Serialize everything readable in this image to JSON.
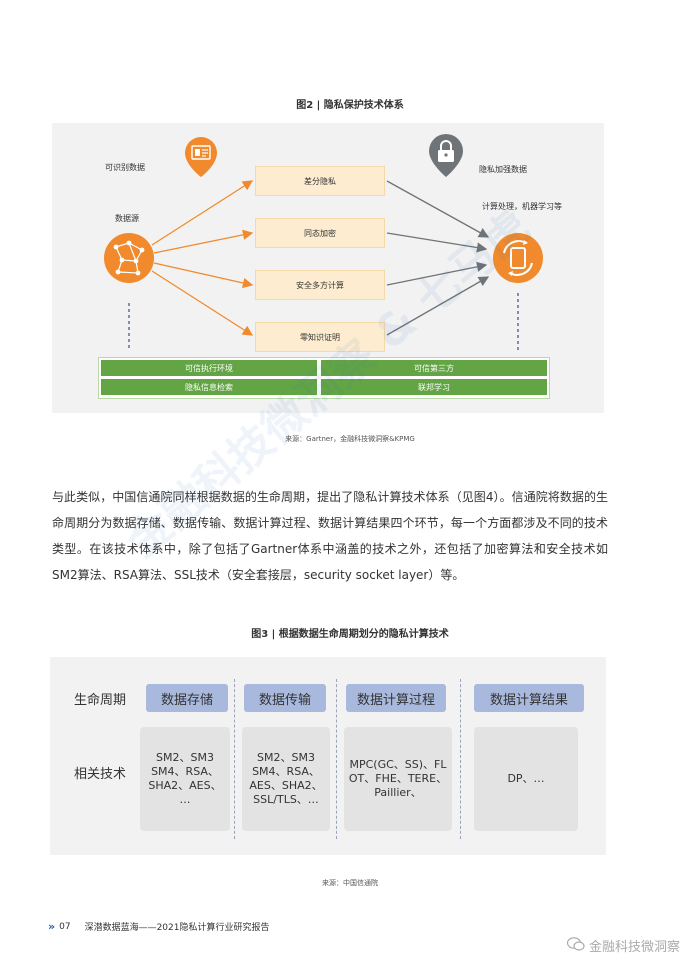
{
  "figure2": {
    "title": "图2 | 隐私保护技术体系",
    "labels": {
      "identifiable": "可识别数据",
      "source": "数据源",
      "enhanced": "隐私加强数据",
      "processing": "计算处理，机器学习等"
    },
    "techs": [
      "差分隐私",
      "同态加密",
      "安全多方计算",
      "零知识证明"
    ],
    "bars": [
      "可信执行环境",
      "可信第三方",
      "隐私信息检索",
      "联邦学习"
    ],
    "colors": {
      "orange": "#f08a2c",
      "gray": "#6f7478",
      "green": "#63a544"
    },
    "icons": [
      "id-card-icon",
      "network-icon",
      "lock-icon",
      "sync-device-icon"
    ],
    "source": "来源：Gartner，金融科技微洞察&KPMG"
  },
  "paragraph": "与此类似，中国信通院同样根据数据的生命周期，提出了隐私计算技术体系（见图4）。信通院将数据的生命周期分为数据存储、数据传输、数据计算过程、数据计算结果四个环节，每一个方面都涉及不同的技术类型。在该技术体系中，除了包括了Gartner体系中涵盖的技术之外，还包括了加密算法和安全技术如SM2算法、RSA算法、SSL技术（安全套接层，security socket layer）等。",
  "figure3": {
    "title": "图3 | 根据数据生命周期划分的隐私计算技术",
    "row_labels": [
      "生命周期",
      "相关技术"
    ],
    "columns": [
      {
        "head": "数据存储",
        "body": "SM2、SM3\nSM4、RSA、\nSHA2、AES、\n…"
      },
      {
        "head": "数据传输",
        "body": "SM2、SM3\nSM4、RSA、\nAES、SHA2、\nSSL/TLS、…"
      },
      {
        "head": "数据计算过程",
        "body": "MPC(GC、SS)、FL\nOT、FHE、TERE、\nPaillier、"
      },
      {
        "head": "数据计算结果",
        "body": "DP、…"
      }
    ],
    "head_color": "#a9b9dd",
    "source": "来源：中国信通院"
  },
  "footer": {
    "chevron": "»",
    "page": "07",
    "title": "深潜数据蓝海——2021隐私计算行业研究报告"
  },
  "watermark": {
    "diagonal": "金融科技微洞察 & 七马虎",
    "wechat": "金融科技微洞察"
  }
}
